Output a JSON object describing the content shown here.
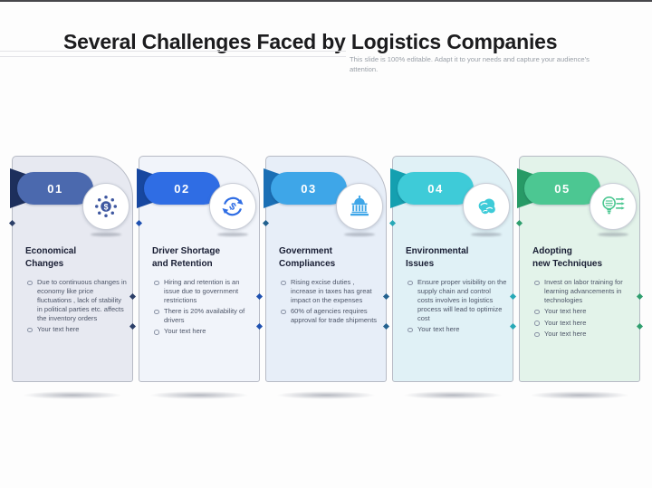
{
  "slide": {
    "title_bold": "Several Challenges Faced",
    "title_regular": " by Logistics Companies",
    "subtitle": "This slide is 100% editable. Adapt it to your needs and capture your audience's attention."
  },
  "cards": [
    {
      "number": "01",
      "title": "Economical\nChanges",
      "icon": "dollar-coin-icon",
      "accent": "#4b69ae",
      "accent_dark": "#1d2f5c",
      "bg": "#e7e9f1",
      "icon_color": "#3e57a0",
      "dot_color": "#2c3f68",
      "bullets": [
        "Due to continuous changes in economy like price fluctuations , lack of stability in political parties etc. affects the inventory orders",
        "Your text here"
      ]
    },
    {
      "number": "02",
      "title": "Driver Shortage\nand Retention",
      "icon": "money-transfer-icon",
      "accent": "#2f6de4",
      "accent_dark": "#1747a0",
      "bg": "#f1f4fa",
      "icon_color": "#2f6de4",
      "dot_color": "#1e50b0",
      "bullets": [
        "Hiring and retention is an issue due to government restrictions",
        "There is 20% availability of drivers",
        "Your text here"
      ]
    },
    {
      "number": "03",
      "title": "Government\nCompliances",
      "icon": "government-building-icon",
      "accent": "#3ea6e8",
      "accent_dark": "#1a6fb5",
      "bg": "#e7eef8",
      "icon_color": "#3ea6e8",
      "dot_color": "#22618f",
      "bullets": [
        "Rising excise duties , increase in taxes has great impact on the expenses",
        "60% of agencies requires approval for trade shipments"
      ]
    },
    {
      "number": "04",
      "title": "Environmental\nIssues",
      "icon": "environment-globe-icon",
      "accent": "#3ecbd8",
      "accent_dark": "#14a0b0",
      "bg": "#e0f1f6",
      "icon_color": "#3ecbd8",
      "dot_color": "#27a8b6",
      "bullets": [
        "Ensure proper visibility on the supply chain and control costs involves in logistics process will lead to optimize cost",
        "Your text here"
      ]
    },
    {
      "number": "05",
      "title": "Adopting\nnew Techniques",
      "icon": "idea-bulb-icon",
      "accent": "#4cc792",
      "accent_dark": "#279a66",
      "bg": "#e3f3ea",
      "icon_color": "#4cc792",
      "dot_color": "#2f9e6e",
      "bullets": [
        "Invest on labor training for learning advancements in technologies",
        "Your text here",
        "Your text here",
        "Your text here"
      ]
    }
  ]
}
